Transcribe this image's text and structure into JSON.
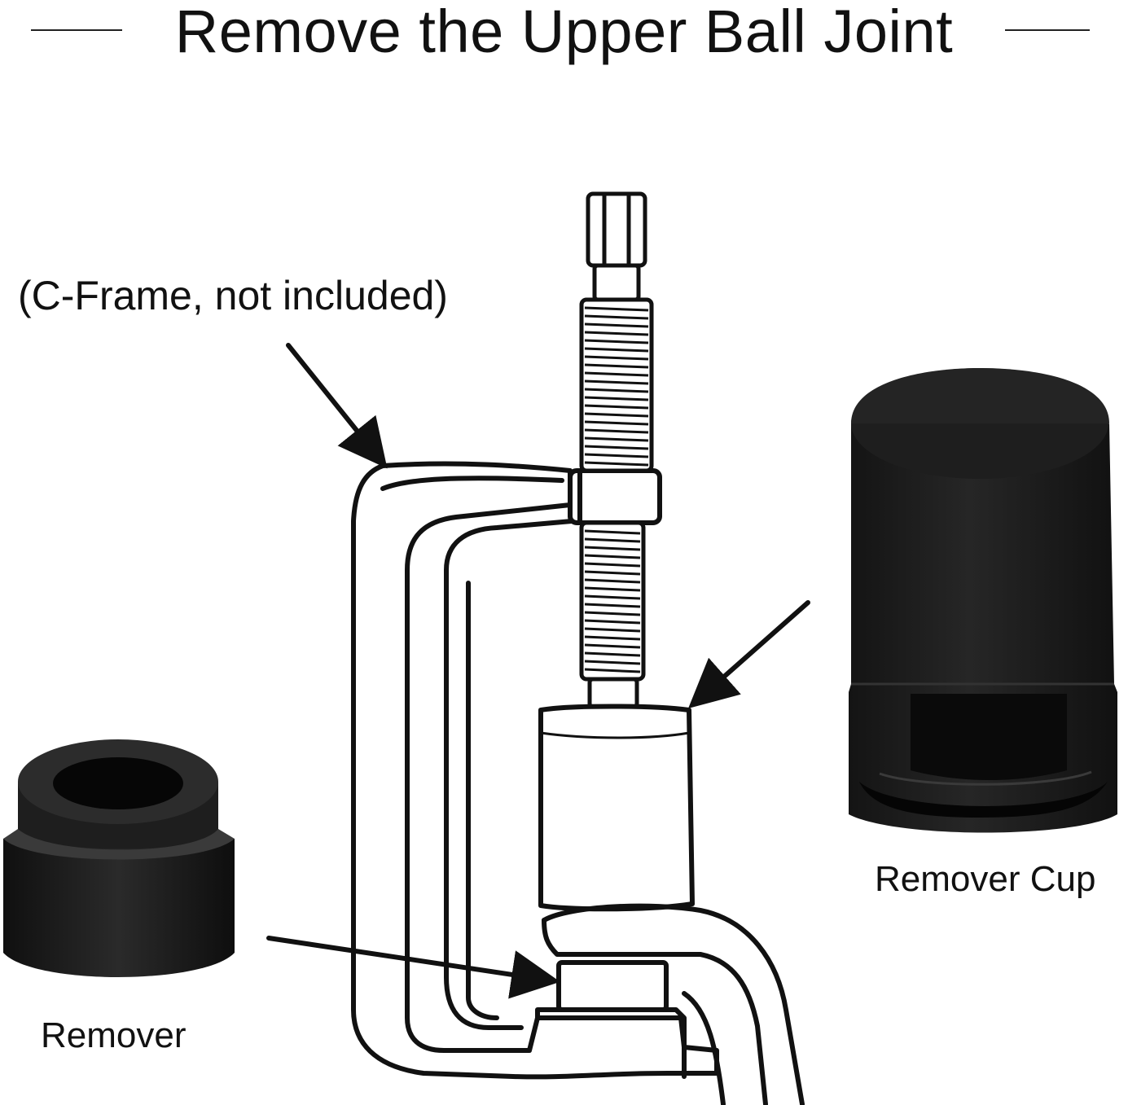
{
  "title": "Remove the Upper Ball Joint",
  "labels": {
    "c_frame": "(C-Frame, not included)",
    "remover_cup": "Remover Cup",
    "remover": "Remover"
  },
  "colors": {
    "ink": "#111111",
    "part": "#1c1c1c",
    "part_dark": "#0a0a0a",
    "part_highlight": "#3a3a3a"
  }
}
